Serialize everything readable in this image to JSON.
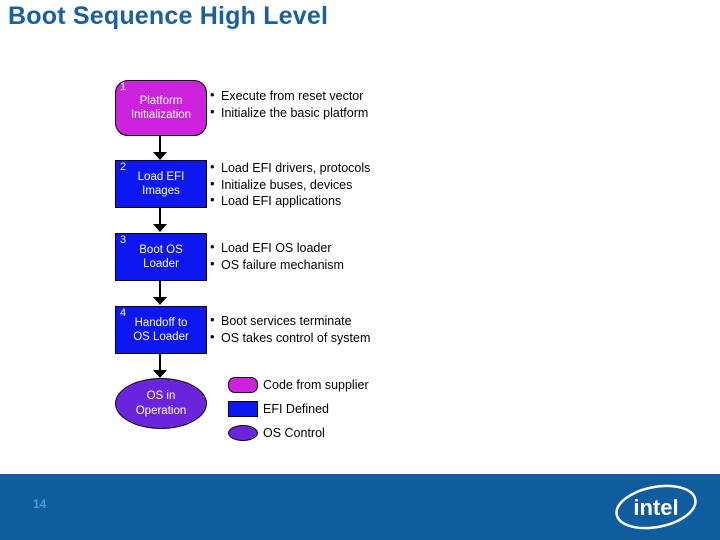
{
  "slide": {
    "title": "Boot Sequence High Level"
  },
  "flow": {
    "steps": [
      {
        "num": "1",
        "label": "Platform\nInitialization",
        "shape": "rounded-rect",
        "category": "supplier",
        "color": "#cc22dd",
        "bullets": [
          "Execute from reset vector",
          "Initialize the basic platform"
        ]
      },
      {
        "num": "2",
        "label": "Load EFI\nImages",
        "shape": "rect",
        "category": "efi",
        "color": "#0d17f0",
        "bullets": [
          "Load EFI drivers, protocols",
          "Initialize buses, devices",
          "Load EFI applications"
        ]
      },
      {
        "num": "3",
        "label": "Boot OS\nLoader",
        "shape": "rect",
        "category": "efi",
        "color": "#0d17f0",
        "bullets": [
          "Load EFI OS loader",
          "OS failure mechanism"
        ]
      },
      {
        "num": "4",
        "label": "Handoff to\nOS Loader",
        "shape": "rect",
        "category": "efi",
        "color": "#0d17f0",
        "bullets": [
          "Boot services terminate",
          "OS takes control of system"
        ]
      },
      {
        "num": "",
        "label": "OS in\nOperation",
        "shape": "ellipse",
        "category": "os",
        "color": "#6a25dc",
        "bullets": []
      }
    ]
  },
  "legend": {
    "items": [
      {
        "label": "Code from supplier",
        "color": "#cc22dd",
        "shape": "rounded-rect"
      },
      {
        "label": "EFI Defined",
        "color": "#0d17f0",
        "shape": "rect"
      },
      {
        "label": "OS Control",
        "color": "#6a25dc",
        "shape": "ellipse"
      }
    ]
  },
  "footer": {
    "page_number": "14",
    "logo_text": "intel",
    "bar_color": "#0f5c9e"
  },
  "theme": {
    "title_color": "#1a5fa0",
    "background": "#ffffff"
  }
}
